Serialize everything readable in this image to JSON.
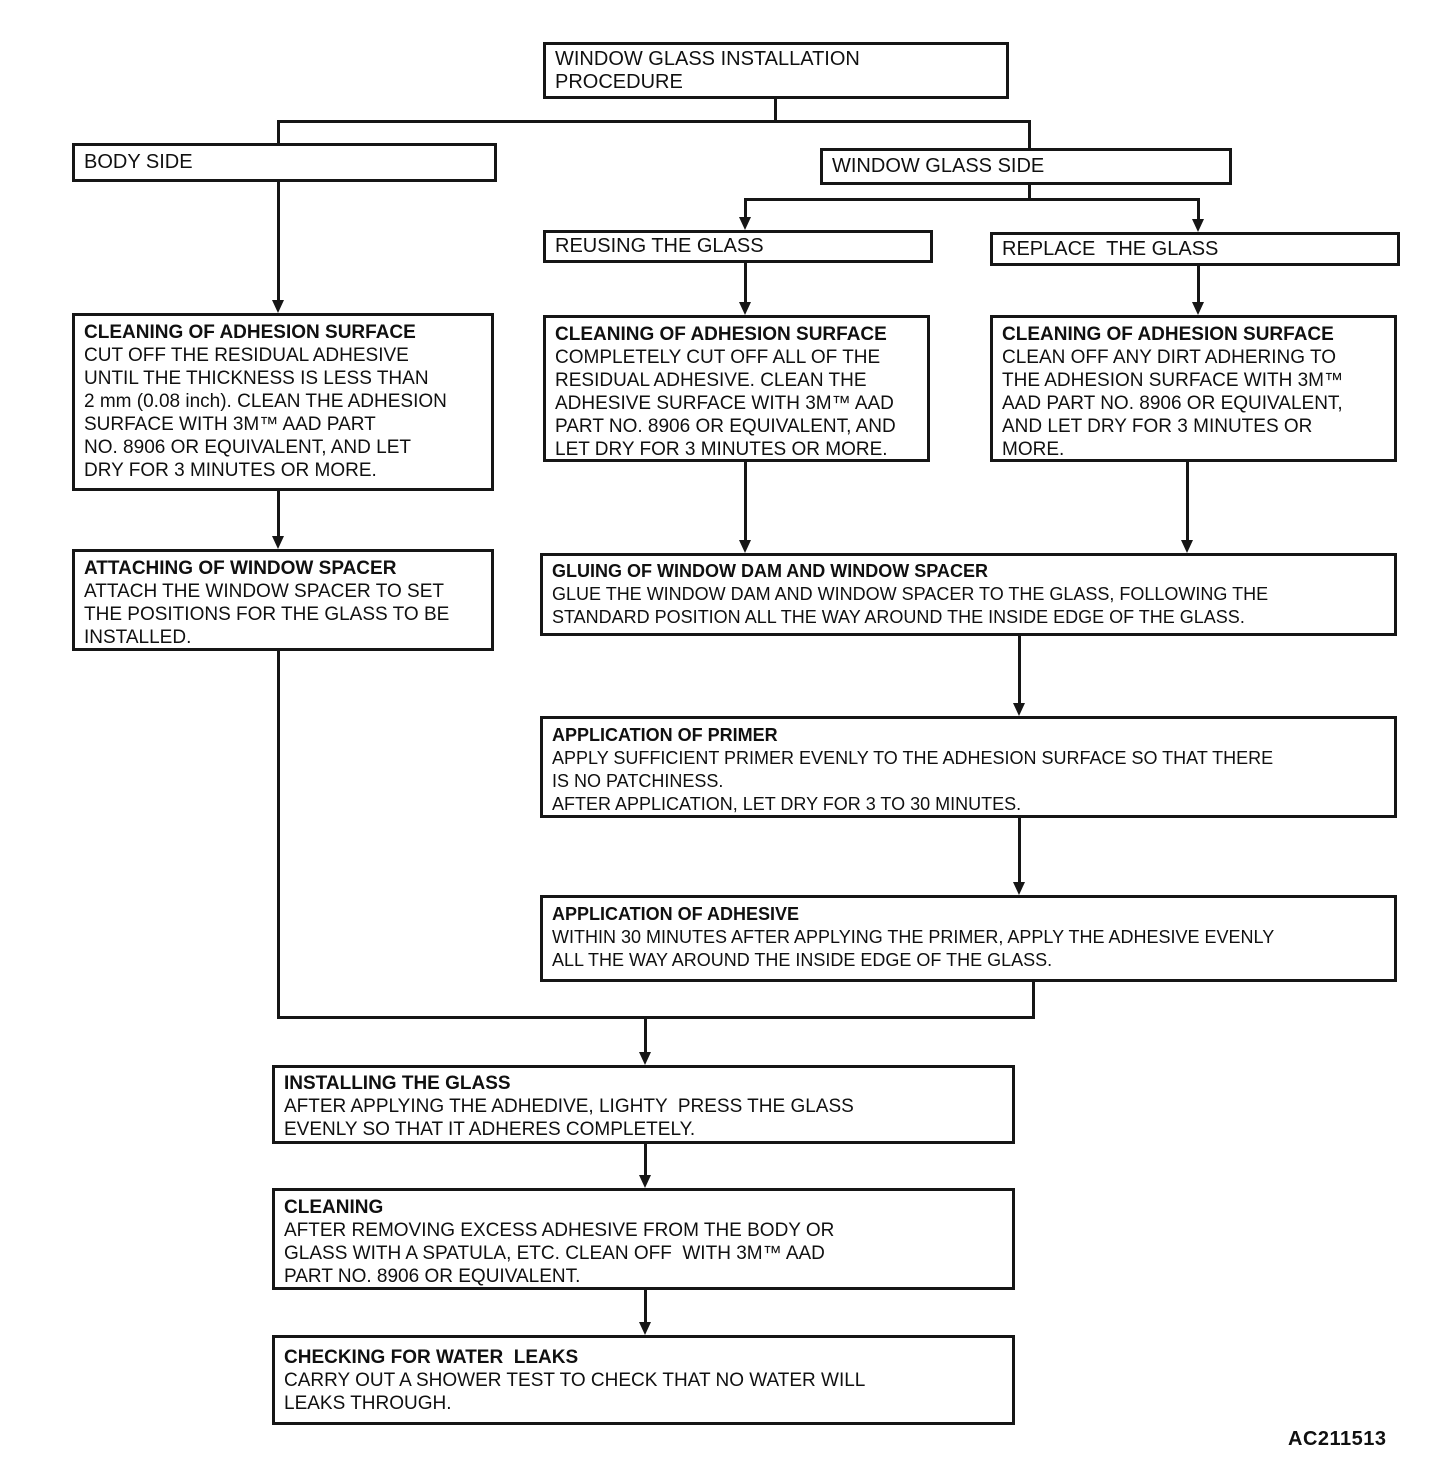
{
  "diagram": {
    "figure_code": "AC211513",
    "nodes": {
      "start": {
        "title": "WINDOW GLASS INSTALLATION\nPROCEDURE"
      },
      "body_side": {
        "title": "BODY SIDE"
      },
      "window_glass_side": {
        "title": "WINDOW GLASS SIDE"
      },
      "reusing_glass": {
        "title": "REUSING THE GLASS"
      },
      "replace_glass": {
        "title": "REPLACE  THE GLASS"
      },
      "clean_body": {
        "title": "CLEANING OF ADHESION SURFACE",
        "body": "CUT OFF THE RESIDUAL ADHESIVE\nUNTIL THE THICKNESS IS LESS THAN\n2 mm (0.08 inch). CLEAN THE ADHESION\nSURFACE WITH 3M™ AAD PART\nNO. 8906 OR EQUIVALENT, AND LET\nDRY FOR 3 MINUTES OR MORE."
      },
      "clean_reuse": {
        "title": "CLEANING OF ADHESION SURFACE",
        "body": "COMPLETELY CUT OFF ALL OF THE\nRESIDUAL ADHESIVE. CLEAN THE\nADHESIVE SURFACE WITH 3M™ AAD\nPART NO. 8906 OR EQUIVALENT, AND\nLET DRY FOR 3 MINUTES OR MORE."
      },
      "clean_replace": {
        "title": "CLEANING OF ADHESION SURFACE",
        "body": "CLEAN OFF ANY DIRT ADHERING TO\nTHE ADHESION SURFACE WITH 3M™\nAAD PART NO. 8906 OR EQUIVALENT,\nAND LET DRY FOR 3 MINUTES OR\nMORE."
      },
      "attach_spacer": {
        "title": "ATTACHING OF WINDOW SPACER",
        "body": "ATTACH THE WINDOW SPACER TO SET\nTHE POSITIONS FOR THE GLASS TO BE\nINSTALLED."
      },
      "gluing": {
        "title": "GLUING OF WINDOW DAM AND WINDOW SPACER",
        "body": "GLUE THE WINDOW DAM AND WINDOW SPACER TO THE GLASS, FOLLOWING THE\nSTANDARD POSITION ALL THE WAY AROUND THE INSIDE EDGE OF THE GLASS."
      },
      "primer": {
        "title": "APPLICATION OF PRIMER",
        "body": "APPLY SUFFICIENT PRIMER EVENLY TO THE ADHESION SURFACE SO THAT THERE\nIS NO PATCHINESS.\nAFTER APPLICATION, LET DRY FOR 3 TO 30 MINUTES."
      },
      "adhesive": {
        "title": "APPLICATION OF ADHESIVE",
        "body": "WITHIN 30 MINUTES AFTER APPLYING THE PRIMER, APPLY THE ADHESIVE EVENLY\nALL THE WAY AROUND THE INSIDE EDGE OF THE GLASS."
      },
      "installing": {
        "title": "INSTALLING THE GLASS",
        "body": "AFTER APPLYING THE ADHEDIVE, LIGHTY  PRESS THE GLASS\nEVENLY SO THAT IT ADHERES COMPLETELY."
      },
      "cleaning": {
        "title": "CLEANING",
        "body": "AFTER REMOVING EXCESS ADHESIVE FROM THE BODY OR\nGLASS WITH A SPATULA, ETC. CLEAN OFF  WITH 3M™ AAD\nPART NO. 8906 OR EQUIVALENT."
      },
      "checking": {
        "title": "CHECKING FOR WATER  LEAKS",
        "body": "CARRY OUT A SHOWER TEST TO CHECK THAT NO WATER WILL\nLEAKS THROUGH."
      }
    }
  }
}
